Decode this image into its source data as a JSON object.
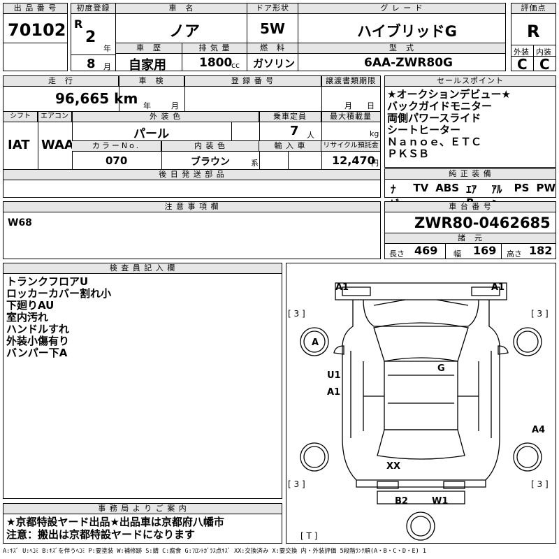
{
  "header": {
    "lot_label": "出 品 番 号",
    "lot_no": "70102",
    "first_reg_label": "初度登録",
    "era": "R",
    "year": "2",
    "year_unit": "年",
    "month": "8",
    "month_unit": "月",
    "car_name_label": "車　名",
    "car_name": "ノア",
    "door_label": "ドア形状",
    "door": "5W",
    "grade_label": "グ レ ー ド",
    "grade": "ハイブリッドG",
    "score_label": "評価点",
    "score": "R",
    "history_label": "車　歴",
    "history": "自家用",
    "disp_label": "排 気 量",
    "disp": "1800",
    "disp_unit": "cc",
    "fuel_label": "燃　料",
    "fuel": "ガソリン",
    "model_label": "型　式",
    "model": "6AA-ZWR80G",
    "ext_label": "外装",
    "ext": "C",
    "int_label": "内装",
    "int": "C"
  },
  "row2": {
    "mileage_label": "走　行",
    "mileage": "96,665 km",
    "inspection_label": "車　検",
    "insp_year_unit": "年",
    "insp_month_unit": "月",
    "reg_no_label": "登 録 番 号",
    "transfer_label": "譲渡書類期限",
    "transfer_month_unit": "月",
    "transfer_day_unit": "日",
    "shift_label": "シフト",
    "shift": "IAT",
    "ac_label": "エアコン",
    "ac": "WAA",
    "color_label": "外 装 色",
    "color": "パール",
    "capacity_label": "乗車定員",
    "capacity": "7",
    "capacity_unit": "人",
    "load_label": "最大積載量",
    "load_unit": "kg",
    "color_no_label": "カラーNo.",
    "color_no": "070",
    "int_color_label": "内 装 色",
    "int_color": "ブラウン",
    "int_color_suffix": "系",
    "import_label": "輸 入 車",
    "recycle_label": "リサイクル預託金",
    "recycle": "12,470",
    "recycle_unit": "円",
    "later_parts_label": "後 日 発 送 部 品"
  },
  "sales_points": {
    "label": "セールスポイント",
    "lines": [
      "★オークションデビュー★",
      "バックガイドモニター",
      "両側パワースライド",
      "シートヒーター",
      "Ｎａｎｏｅ、ＥＴＣ",
      "ＰＫＳＢ"
    ]
  },
  "equipment": {
    "label": "純 正 装 備",
    "items": [
      "ﾅﾋﾞ",
      "TV",
      "ABS",
      "ｴｱB",
      "ｱﾙﾐ",
      "PS",
      "PW"
    ]
  },
  "notes": {
    "label": "注 意 事 項 欄",
    "text": "W68"
  },
  "chassis": {
    "label": "車 台 番 号",
    "number": "ZWR80-0462685",
    "dims_label": "諸　元",
    "length_label": "長さ",
    "length": "469",
    "width_label": "幅",
    "width": "169",
    "height_label": "高さ",
    "height": "182"
  },
  "inspector": {
    "label": "検 査 員 記 入 欄",
    "lines": [
      "トランクフロアU",
      "ロッカーカバー割れ小",
      "下廻りAU",
      "室内汚れ",
      "ハンドルすれ",
      "外装小傷有り",
      "バンパー下A"
    ]
  },
  "office": {
    "label": "事 務 局 よ り ご 案 内",
    "lines": [
      "★京都特設ヤード出品★出品車は京都府八幡市",
      "注意：搬出は京都特設ヤードになります"
    ]
  },
  "diagram": {
    "marks": {
      "front_left": "A1",
      "front_right": "A1",
      "tire": "[ 3 ]",
      "tire_t": "[ T ]",
      "wheel_fl": "A",
      "windshield": "G",
      "door_u": "U1",
      "door_a": "A1",
      "side_r": "A4",
      "roof": "XX",
      "rear_l": "B2",
      "rear_r": "W1"
    }
  },
  "legend": "A:ｷｽﾞ U:ﾍｺﾐ B:ｷｽﾞを伴うﾍｺﾐ P:要塗装 W:補修跡 S:錆 C:腐食 G:ﾌﾛﾝﾄｶﾞﾗｽ点ｷｽﾞ XX:交換済み X:要交換 内・外装評価 5段階ﾗﾝｸ順(A・B・C・D・E) 1"
}
